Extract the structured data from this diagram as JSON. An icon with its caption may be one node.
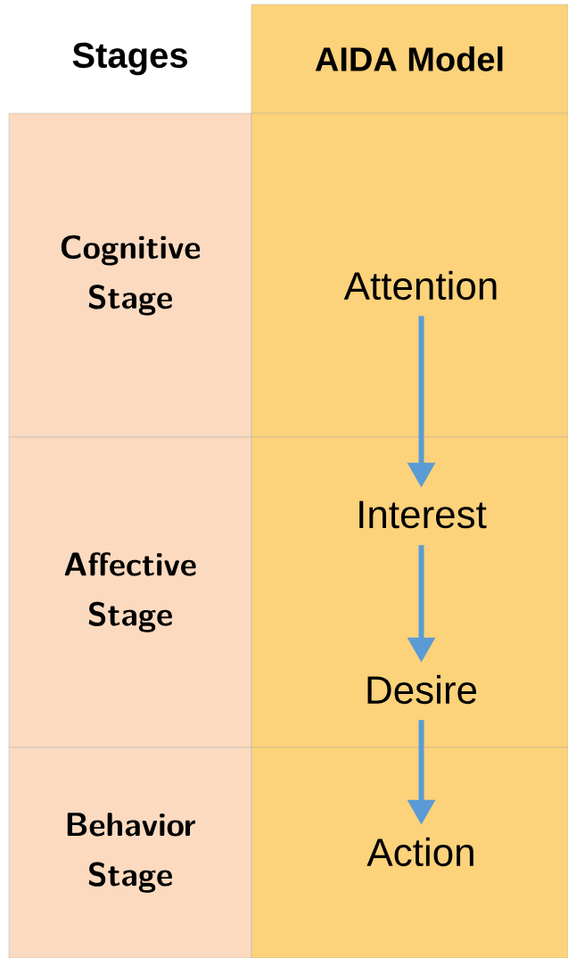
{
  "diagram": {
    "nodes": [
      {
        "text": [
          "Stages"
        ]
      },
      {
        "text": [
          "AIDA Model"
        ]
      },
      {
        "text": [
          "Cognitive Stage"
        ]
      },
      {
        "text": [
          "Affective Stage"
        ]
      },
      {
        "text": [
          "Behavior Stage"
        ]
      },
      {
        "text": [],
        "shape": "box"
      },
      {
        "text": [
          "Attention"
        ],
        "in": 5
      },
      {
        "text": [],
        "shape": "box"
      },
      {
        "text": [
          "Interest"
        ],
        "in": 7
      },
      {
        "text": [
          "Desire"
        ],
        "in": 7
      },
      {
        "text": [],
        "shape": "box"
      },
      {
        "text": [
          "Action"
        ],
        "in": 10
      }
    ],
    "edges": [
      {
        "from": 6,
        "to": 8,
        "arrow": "to"
      },
      {
        "from": 8,
        "to": 9,
        "arrow": "to"
      },
      {
        "from": 9,
        "to": 11,
        "arrow": "to"
      }
    ]
  }
}
